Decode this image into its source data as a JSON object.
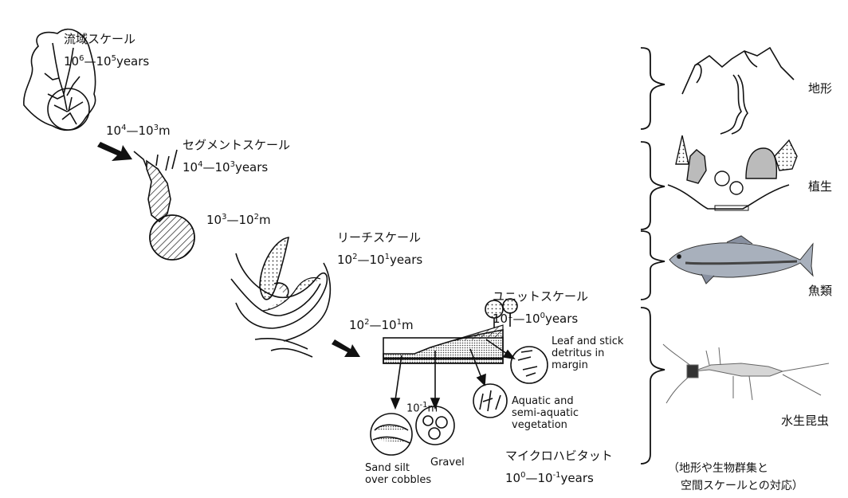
{
  "scales": {
    "watershed": {
      "title": "流域スケール",
      "time": [
        "10",
        "6",
        "—10",
        "5",
        "years"
      ]
    },
    "segment": {
      "title": "セグメントスケール",
      "space": [
        "10",
        "4",
        "—10",
        "3",
        "m"
      ],
      "time": [
        "10",
        "4",
        "—10",
        "3",
        "years"
      ]
    },
    "reach": {
      "title": "リーチスケール",
      "space": [
        "10",
        "3",
        "—10",
        "2",
        "m"
      ],
      "time": [
        "10",
        "2",
        "—10",
        "1",
        "years"
      ]
    },
    "unit": {
      "title": "ユニットスケール",
      "space": [
        "10",
        "2",
        "—10",
        "1",
        "m"
      ],
      "time": [
        "10",
        "1",
        "—10",
        "0",
        "years"
      ]
    },
    "micro": {
      "title": "マイクロハビタット",
      "space": [
        "10",
        "-1",
        "m"
      ],
      "time": [
        "10",
        "0",
        "—10",
        "-1",
        "years"
      ]
    }
  },
  "microhabitats": {
    "leaf": [
      "Leaf and stick",
      "detritus in",
      "margin"
    ],
    "aquatic": [
      "Aquatic and",
      "semi-aquatic",
      "vegetation"
    ],
    "sand": [
      "Sand silt",
      "over cobbles"
    ],
    "gravel": "Gravel"
  },
  "groups": [
    "地形",
    "植生",
    "魚類",
    "水生昆虫"
  ],
  "caption": [
    "（地形や生物群集と",
    "空間スケールとの対応）"
  ]
}
